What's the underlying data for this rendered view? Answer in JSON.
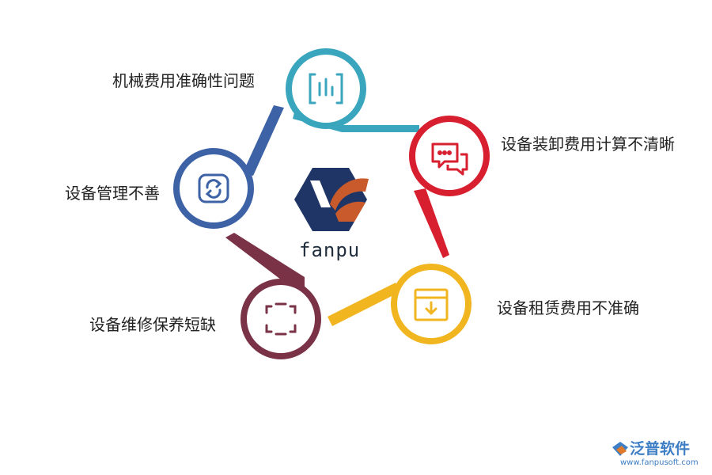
{
  "diagram": {
    "center_text": "fanpu",
    "items": [
      {
        "label": "机械费用准确性问题",
        "color": "#3aa6be",
        "icon": "bar-chart-icon"
      },
      {
        "label": "设备装卸费用计算不清晰",
        "color": "#d71f2f",
        "icon": "chat-bubbles-icon"
      },
      {
        "label": "设备租赁费用不准确",
        "color": "#f1b520",
        "icon": "download-box-icon"
      },
      {
        "label": "设备维修保养短缺",
        "color": "#7a3346",
        "icon": "refresh-arrows-icon"
      },
      {
        "label": "设备管理不善",
        "color": "#3d63a6",
        "icon": "sync-icon"
      }
    ]
  },
  "brand": {
    "name": "泛普软件",
    "url": "www.fanpusoft.com",
    "color": "#3d7ec4"
  }
}
